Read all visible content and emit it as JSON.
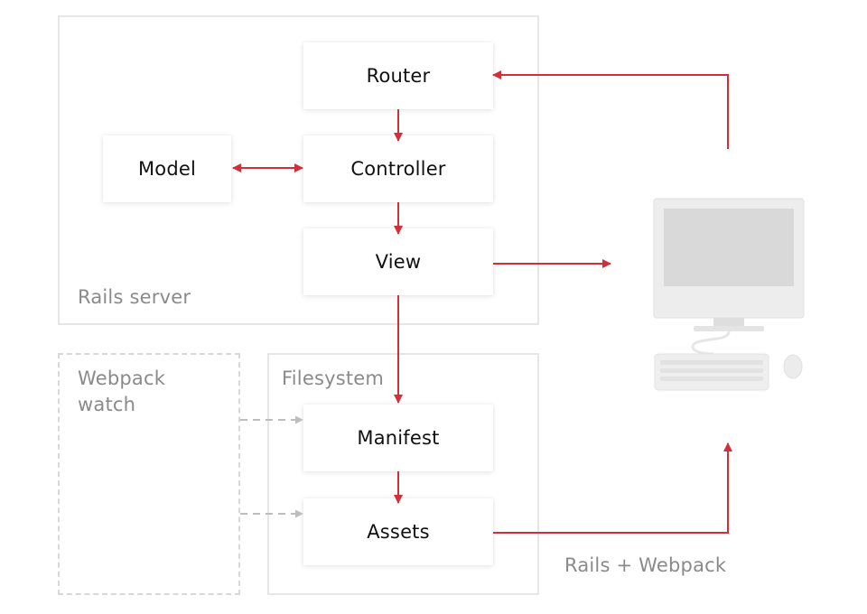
{
  "groups": {
    "rails_server": {
      "label": "Rails server"
    },
    "filesystem": {
      "label": "Filesystem"
    },
    "webpack_watch": {
      "label_line1": "Webpack",
      "label_line2": "watch"
    }
  },
  "nodes": {
    "router": {
      "label": "Router"
    },
    "controller": {
      "label": "Controller"
    },
    "model": {
      "label": "Model"
    },
    "view": {
      "label": "View"
    },
    "manifest": {
      "label": "Manifest"
    },
    "assets": {
      "label": "Assets"
    }
  },
  "caption": "Rails + Webpack",
  "icons": {
    "client": "desktop-computer-icon"
  },
  "colors": {
    "arrow": "#d32f3b",
    "dashed_arrow": "#bdbdbd",
    "box_border": "#e6e6e6",
    "label_gray": "#8a8a8a",
    "computer_body": "#e9e9e9",
    "computer_screen": "#d9d9d9"
  }
}
